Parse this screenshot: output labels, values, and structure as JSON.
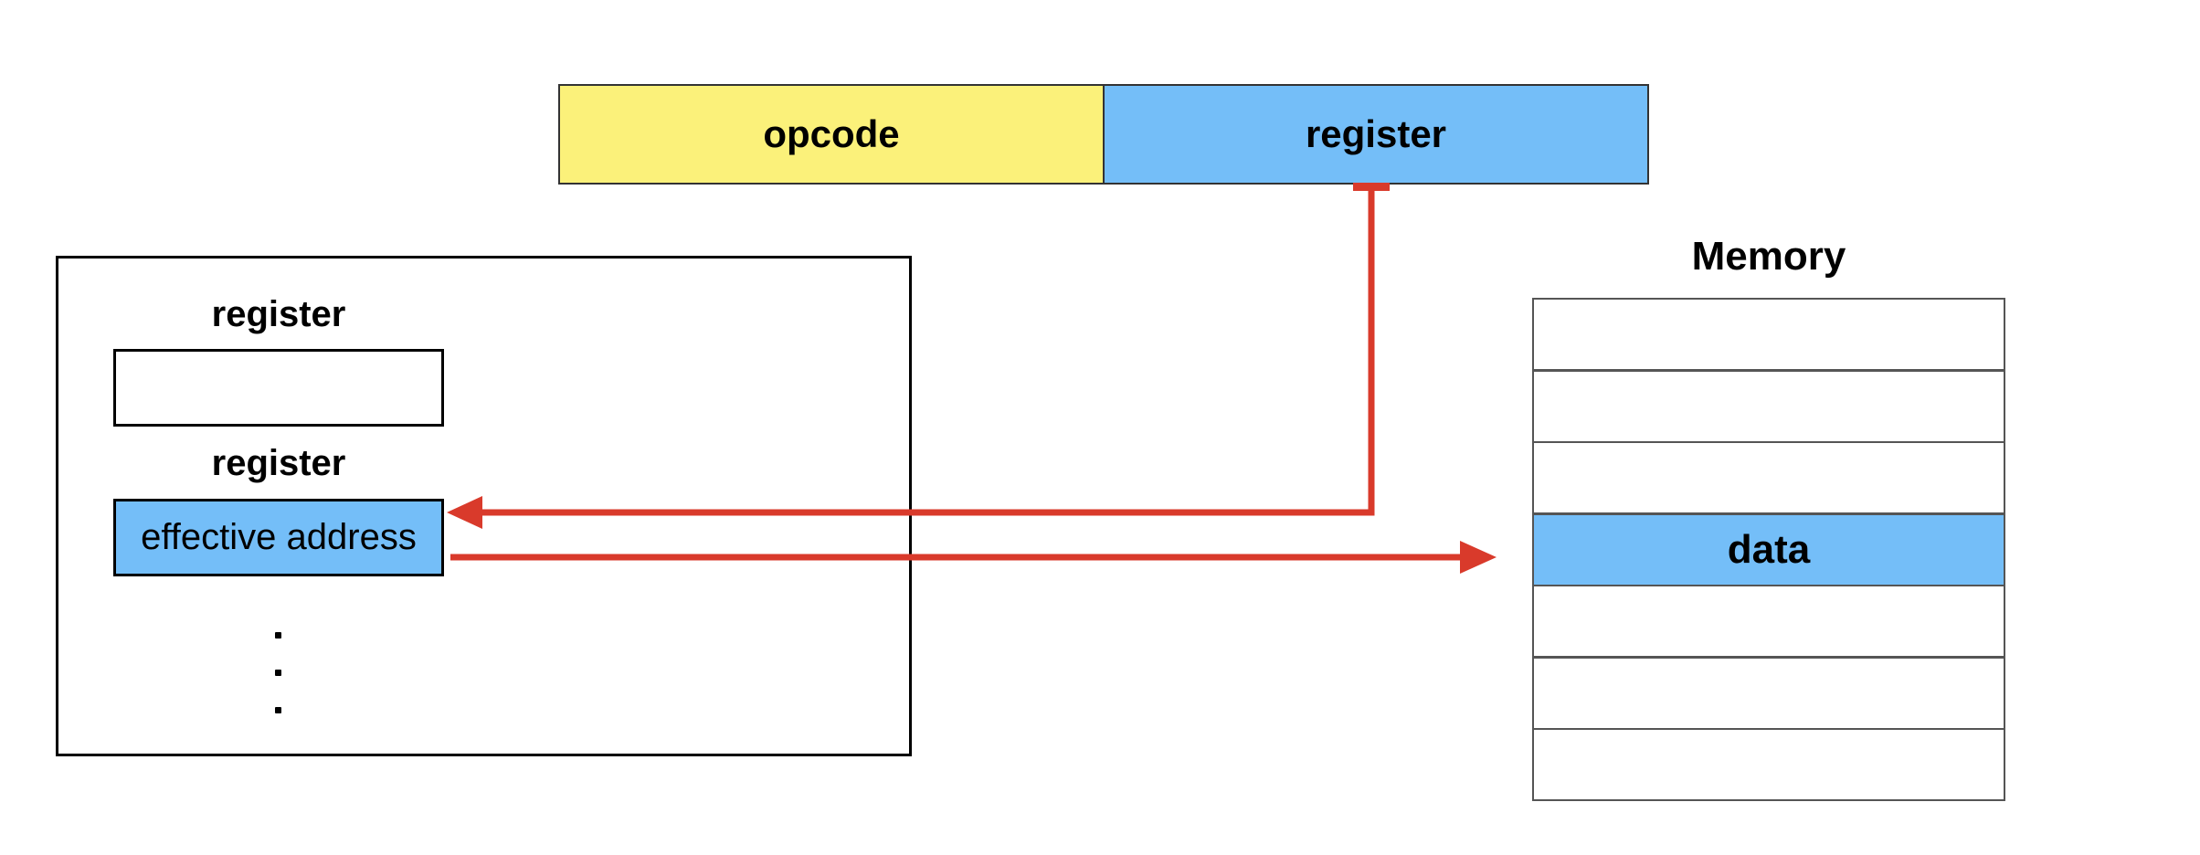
{
  "instruction": {
    "opcode_label": "opcode",
    "register_label": "register"
  },
  "register_file": {
    "labels": [
      "register",
      "register"
    ],
    "effective_address_label": "effective address",
    "ellipsis": "..."
  },
  "memory": {
    "title": "Memory",
    "cells": [
      "",
      "",
      "",
      "data",
      "",
      "",
      ""
    ],
    "highlight_index": 3
  },
  "colors": {
    "opcode_fill": "#fbf17a",
    "register_fill": "#74bef8",
    "arrow": "#d93a2b",
    "border": "#000000"
  }
}
